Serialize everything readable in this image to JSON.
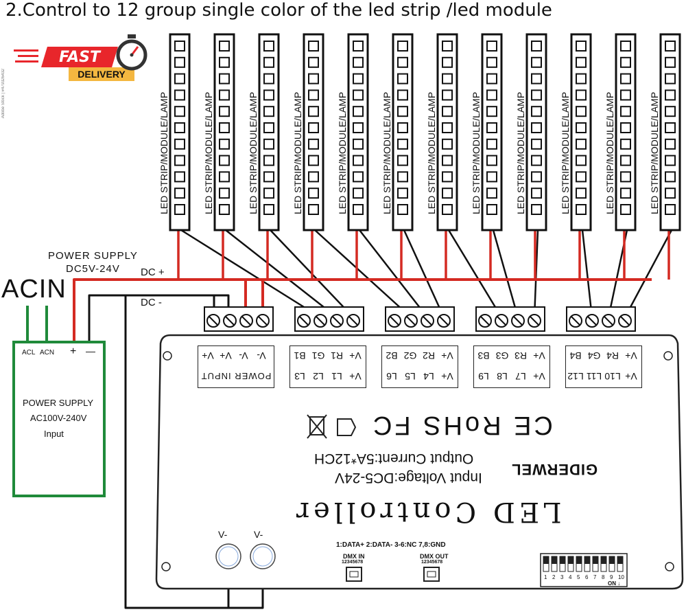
{
  "title": "2.Control to 12 group single color of the led strip /led module",
  "badge": {
    "fast": "FAST",
    "delivery": "DELIVERY",
    "watermark": "Adobe Stock | #479326432"
  },
  "strip_label": "LED STRIP/MODULE/LAMP",
  "power_supply_dc": {
    "line1": "POWER SUPPLY",
    "line2": "DC5V-24V",
    "dc_plus": "DC +",
    "dc_minus": "DC -"
  },
  "acin_label": "ACIN",
  "psu_box": {
    "acl": "ACL",
    "acn": "ACN",
    "plus": "+",
    "minus": "—",
    "line1": "POWER SUPPLY",
    "line2": "AC100V-240V",
    "line3": "Input"
  },
  "controller": {
    "power_terminals": [
      "V-",
      "V-",
      "V+",
      "V+"
    ],
    "power_input": "POWER INPUT",
    "groups": [
      {
        "top": [
          "V+",
          "R1",
          "G1",
          "B1"
        ],
        "bottom": [
          "V+",
          "L1",
          "L2",
          "L3"
        ]
      },
      {
        "top": [
          "V+",
          "R2",
          "G2",
          "B2"
        ],
        "bottom": [
          "V+",
          "L4",
          "L5",
          "L6"
        ]
      },
      {
        "top": [
          "V+",
          "R3",
          "G3",
          "B3"
        ],
        "bottom": [
          "V+",
          "L7",
          "L8",
          "L9"
        ]
      },
      {
        "top": [
          "V+",
          "R4",
          "G4",
          "B4"
        ],
        "bottom": [
          "V+",
          "L10",
          "L11",
          "L12"
        ]
      }
    ],
    "cert": "CE RoHS FC",
    "brand": "GIDERWEL",
    "input_voltage": "Input Voltage:DC5-24V",
    "output_current": "Output Current:5A*12CH",
    "name": "LED Controller",
    "pin_info": "1:DATA+  2:DATA-  3-6:NC  7,8:GND",
    "dmx_in": "DMX IN",
    "dmx_out": "DMX OUT",
    "rj_pins": "12345678",
    "dip_numbers": [
      "1",
      "2",
      "3",
      "4",
      "5",
      "6",
      "7",
      "8",
      "9",
      "10"
    ],
    "dip_on": "ON",
    "vminus_left": "V-",
    "vminus_right": "V-"
  },
  "colors": {
    "wire_red": "#d42a22",
    "wire_black": "#111111",
    "psu_green": "#1f8a3a",
    "fast_red": "#e8262b",
    "fast_gold": "#f4b740"
  }
}
